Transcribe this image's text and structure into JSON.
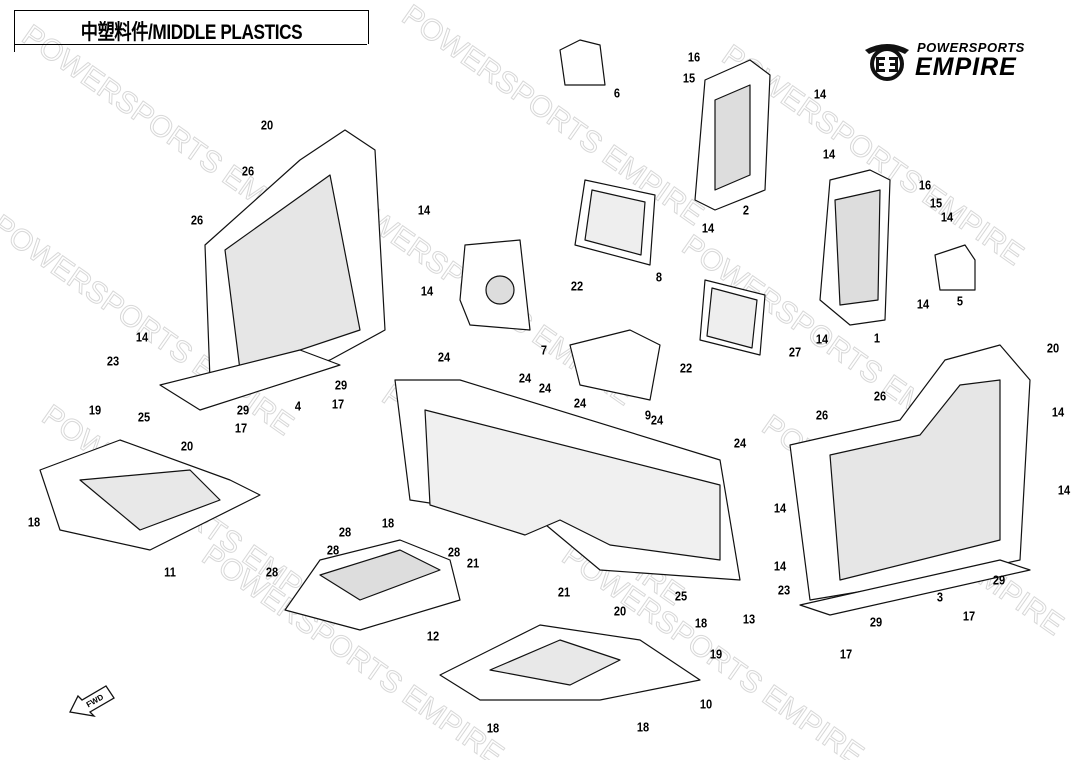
{
  "header": {
    "title": "中塑料件/MIDDLE PLASTICS"
  },
  "logo": {
    "line1": "POWERSPORTS",
    "line2": "EMPIRE"
  },
  "watermark": "POWERSPORTS EMPIRE",
  "fwd_label": "FWD",
  "callouts": [
    "16",
    "15",
    "6",
    "14",
    "14",
    "2",
    "14",
    "20",
    "26",
    "26",
    "14",
    "14",
    "8",
    "22",
    "16",
    "15",
    "14",
    "5",
    "14",
    "1",
    "14",
    "27",
    "7",
    "22",
    "24",
    "24",
    "24",
    "24",
    "24",
    "24",
    "9",
    "14",
    "23",
    "4",
    "29",
    "17",
    "29",
    "17",
    "19",
    "25",
    "20",
    "18",
    "11",
    "18",
    "28",
    "28",
    "28",
    "28",
    "21",
    "21",
    "12",
    "20",
    "14",
    "14",
    "26",
    "26",
    "14",
    "14",
    "23",
    "3",
    "29",
    "17",
    "29",
    "17",
    "13",
    "18",
    "25",
    "20",
    "19",
    "10",
    "18",
    "18"
  ]
}
